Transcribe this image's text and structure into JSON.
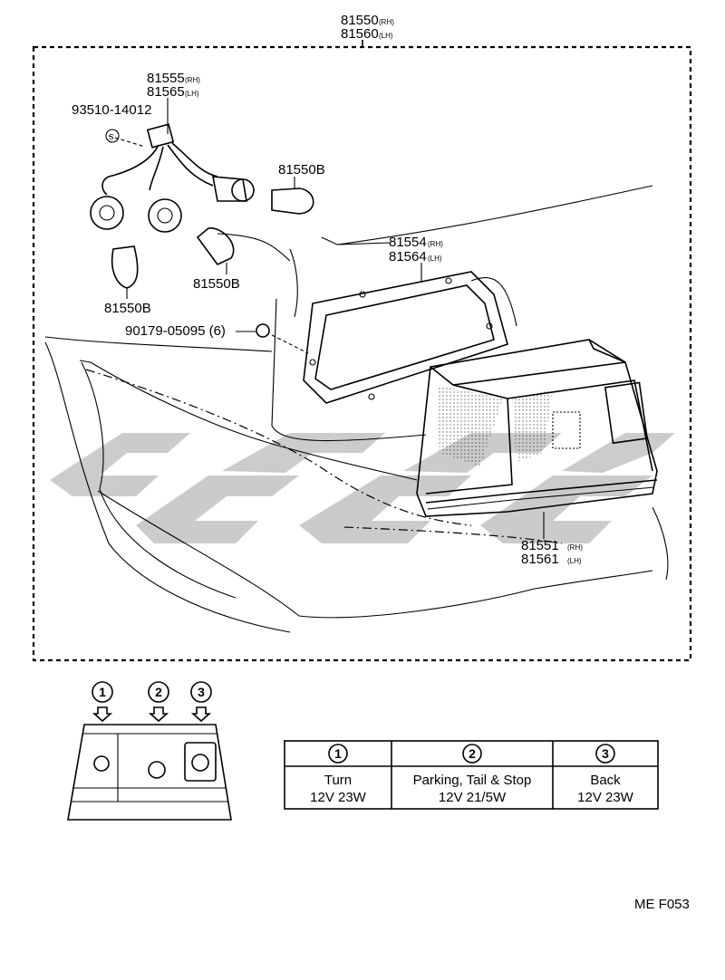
{
  "assembly": {
    "part_rh": "81550",
    "suffix_rh": "(RH)",
    "part_lh": "81560",
    "suffix_lh": "(LH)"
  },
  "socket": {
    "part_rh": "81555",
    "suffix_rh": "(RH)",
    "part_lh": "81565",
    "suffix_lh": "(LH)"
  },
  "screw_part": "93510-14012",
  "screw_mark": "S",
  "bulbs": {
    "upper": "81550B",
    "middle": "81550B",
    "lower": "81550B"
  },
  "gasket": {
    "part_rh": "81554",
    "suffix_rh": "(RH)",
    "part_lh": "81564",
    "suffix_lh": "(LH)"
  },
  "nut_part": "90179-05095 (6)",
  "lens": {
    "part_rh": "81551",
    "suffix_rh": "(RH)",
    "part_lh": "81561",
    "suffix_lh": "(LH)"
  },
  "position_markers": [
    "1",
    "2",
    "3"
  ],
  "bulb_table": {
    "headers": [
      "1",
      "2",
      "3"
    ],
    "functions": [
      "Turn",
      "Parking, Tail & Stop",
      "Back"
    ],
    "specs": [
      "12V 23W",
      "12V 21/5W",
      "12V 23W"
    ]
  },
  "figure_code": "ME F053"
}
